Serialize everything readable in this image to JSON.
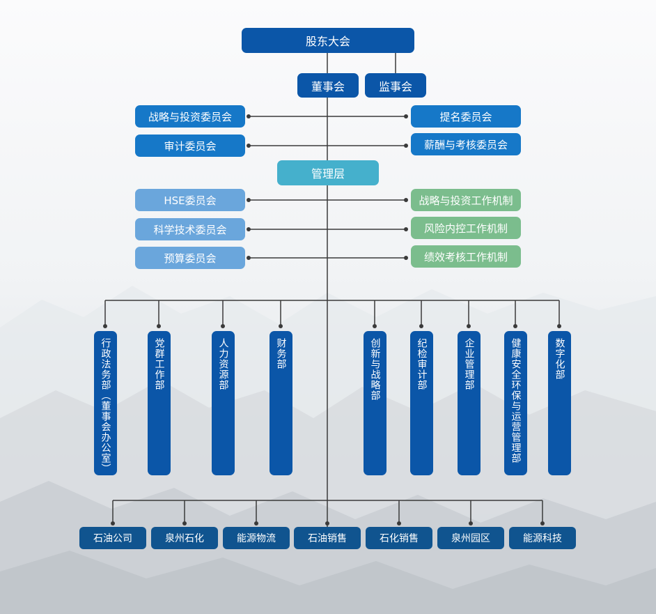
{
  "colors": {
    "dark_blue": "#0b56a8",
    "blue": "#1678c8",
    "teal": "#45b0cc",
    "light_blue": "#6aa6dc",
    "green": "#7bbd8d",
    "navy": "#10548f",
    "line": "#3a3a3a"
  },
  "top": {
    "shareholders": "股东大会",
    "board": "董事会",
    "supervisors": "监事会"
  },
  "board_committees": {
    "left": [
      "战略与投资委员会",
      "审计委员会"
    ],
    "right": [
      "提名委员会",
      "薪酬与考核委员会"
    ]
  },
  "management": "管理层",
  "management_committees": {
    "left": [
      "HSE委员会",
      "科学技术委员会",
      "预算委员会"
    ],
    "right": [
      "战略与投资工作机制",
      "风险内控工作机制",
      "绩效考核工作机制"
    ]
  },
  "departments": [
    "行政法务部（董事会办公室）",
    "党群工作部",
    "人力资源部",
    "财务部",
    "创新与战略部",
    "纪检审计部",
    "企业管理部",
    "健康安全环保与运营管理部",
    "数字化部"
  ],
  "subsidiaries": [
    "石油公司",
    "泉州石化",
    "能源物流",
    "石油销售",
    "石化销售",
    "泉州园区",
    "能源科技"
  ]
}
